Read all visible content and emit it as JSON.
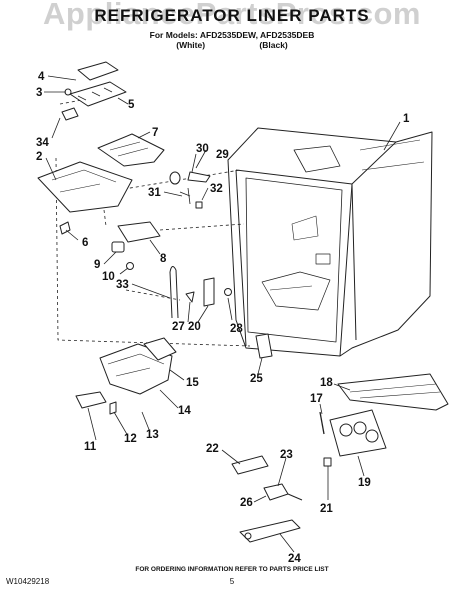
{
  "header": {
    "watermark": "AppliancePartsPros.com",
    "title": "REFRIGERATOR LINER PARTS",
    "models": "For Models: AFD2535DEW, AFD2535DEB",
    "variant_white": "(White)",
    "variant_black": "(Black)"
  },
  "callouts": [
    "1",
    "2",
    "3",
    "4",
    "5",
    "6",
    "7",
    "8",
    "9",
    "10",
    "11",
    "12",
    "13",
    "14",
    "15",
    "17",
    "18",
    "19",
    "20",
    "21",
    "22",
    "23",
    "24",
    "25",
    "26",
    "27",
    "28",
    "29",
    "30",
    "31",
    "32",
    "33",
    "34"
  ],
  "footer": {
    "note": "FOR ORDERING INFORMATION REFER TO PARTS PRICE LIST",
    "doc_code": "W10429218",
    "page": "5"
  }
}
